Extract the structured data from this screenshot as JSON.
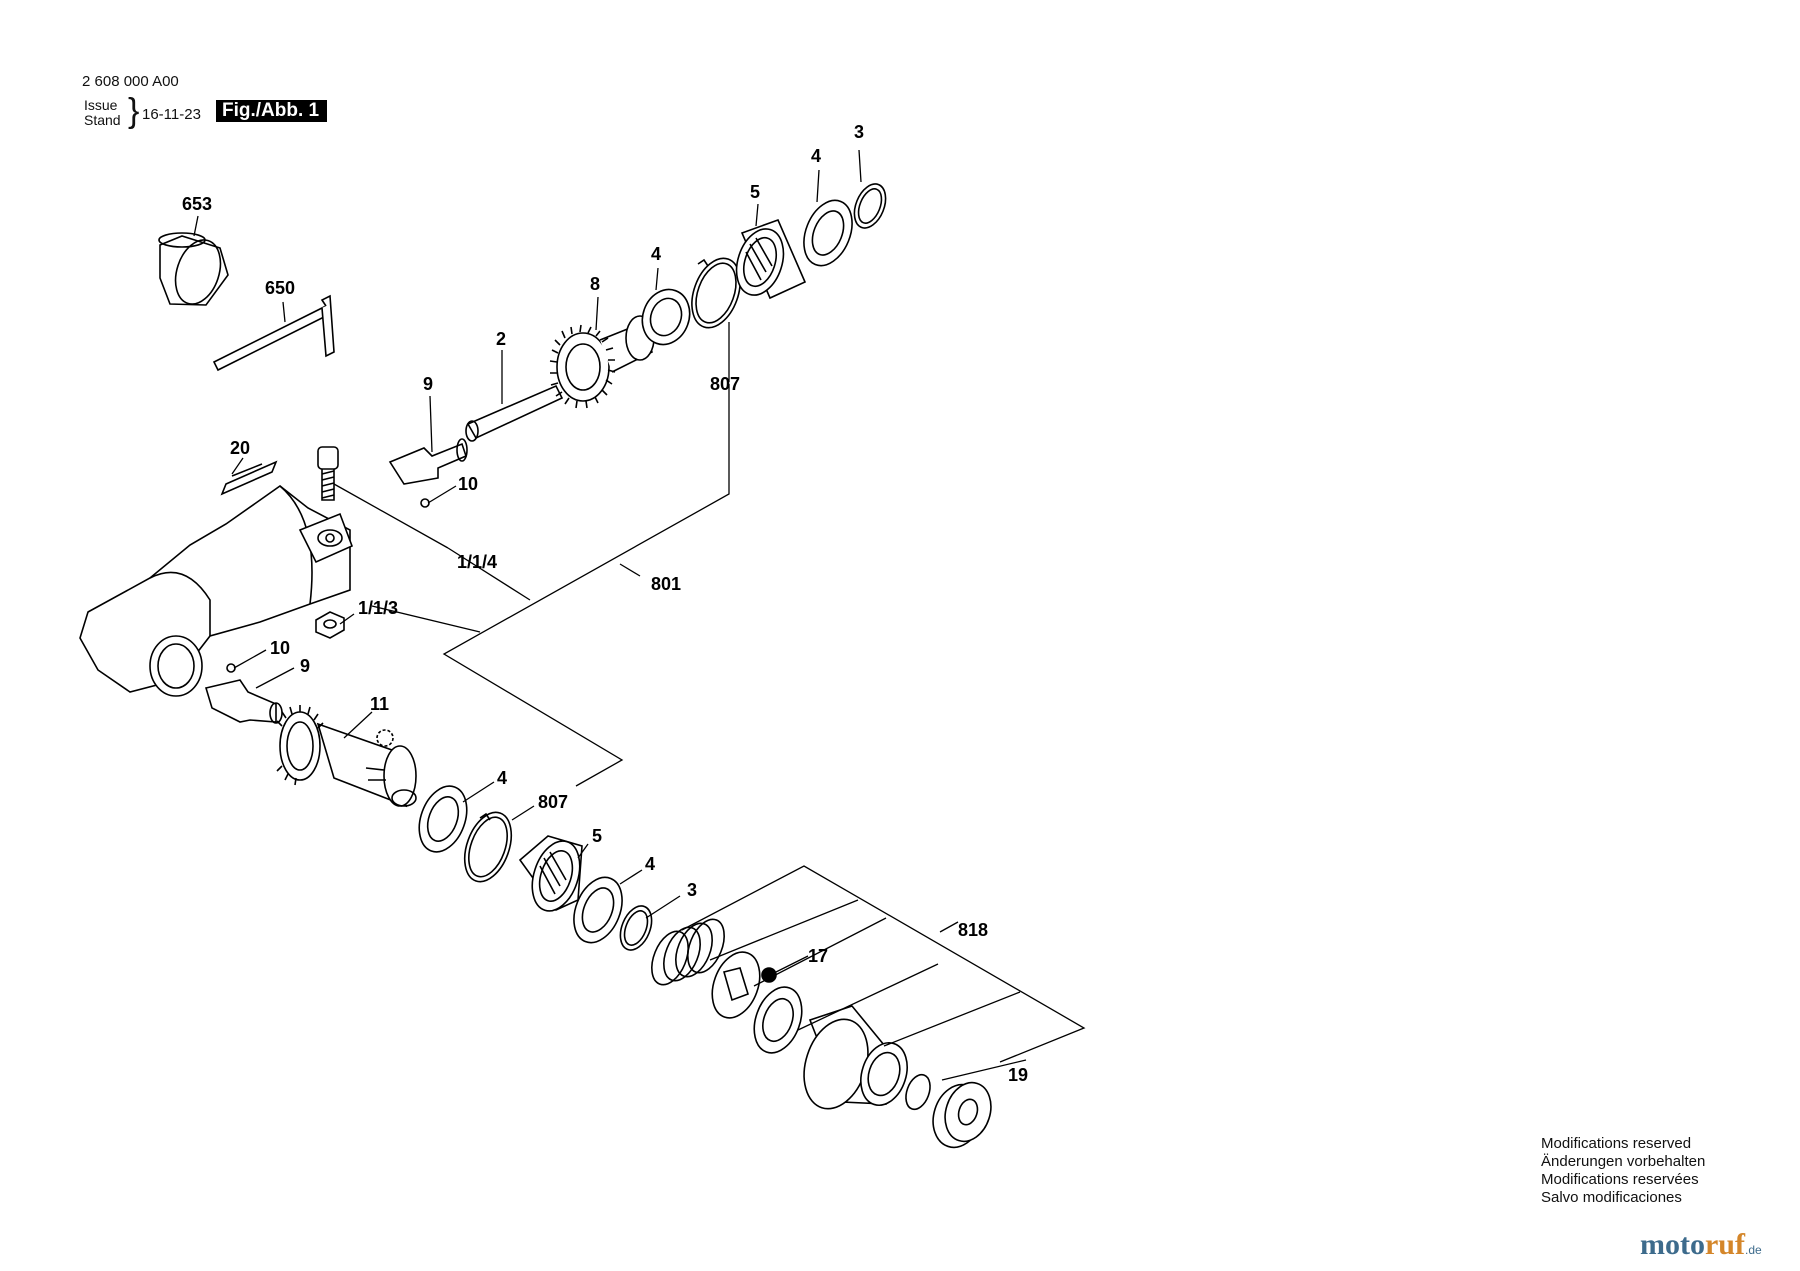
{
  "header": {
    "part_number": "2 608 000 A00",
    "issue_label": "Issue",
    "stand_label": "Stand",
    "date": "16-11-23",
    "figure": "Fig./Abb. 1"
  },
  "part_labels": {
    "p3_top": "3",
    "p4_top": "4",
    "p5_top": "5",
    "p4_mid": "4",
    "p8": "8",
    "p653": "653",
    "p650": "650",
    "p2": "2",
    "p9_top": "9",
    "p807_top": "807",
    "p20": "20",
    "p10_top": "10",
    "p114": "1/1/4",
    "p801": "801",
    "p113": "1/1/3",
    "p10_bot": "10",
    "p9_bot": "9",
    "p11": "11",
    "p4_low": "4",
    "p807_bot": "807",
    "p5_bot": "5",
    "p4_bot": "4",
    "p3_bot": "3",
    "p818": "818",
    "p17": "17",
    "p19": "19"
  },
  "notes": [
    "Modifications reserved",
    "Änderungen vorbehalten",
    "Modifications reservées",
    "Salvo modificaciones"
  ],
  "brand": {
    "part1": "moto",
    "part2": "ruf",
    "part3": ".de"
  }
}
